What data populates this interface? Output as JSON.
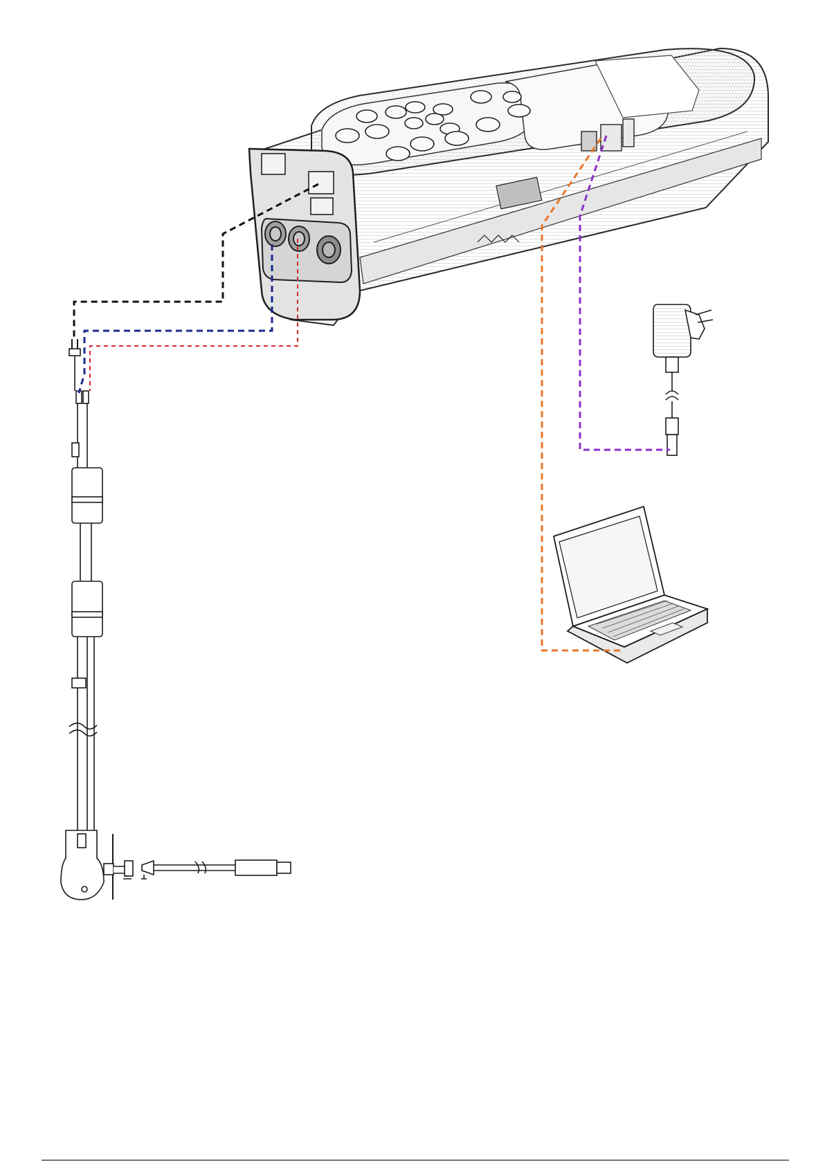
{
  "figure": {
    "components": [
      {
        "name": "analyzer",
        "icon": "gas-analyzer-icon"
      },
      {
        "name": "probe",
        "icon": "flue-gas-probe-icon"
      },
      {
        "name": "power-adapter",
        "icon": "power-adapter-icon"
      },
      {
        "name": "laptop",
        "icon": "laptop-icon"
      }
    ],
    "connections": [
      {
        "name": "probe-plug-line",
        "color": "#111111",
        "style": "dashed"
      },
      {
        "name": "gas-hose-line",
        "color": "#1a2a8c",
        "style": "dashed"
      },
      {
        "name": "pressure-hose-line",
        "color": "#d8282c",
        "style": "dashed"
      },
      {
        "name": "usb-pc-line",
        "color": "#e8772a",
        "style": "dashed"
      },
      {
        "name": "power-line",
        "color": "#8b2fc9",
        "style": "dashed"
      }
    ]
  },
  "page": {
    "number": ""
  }
}
